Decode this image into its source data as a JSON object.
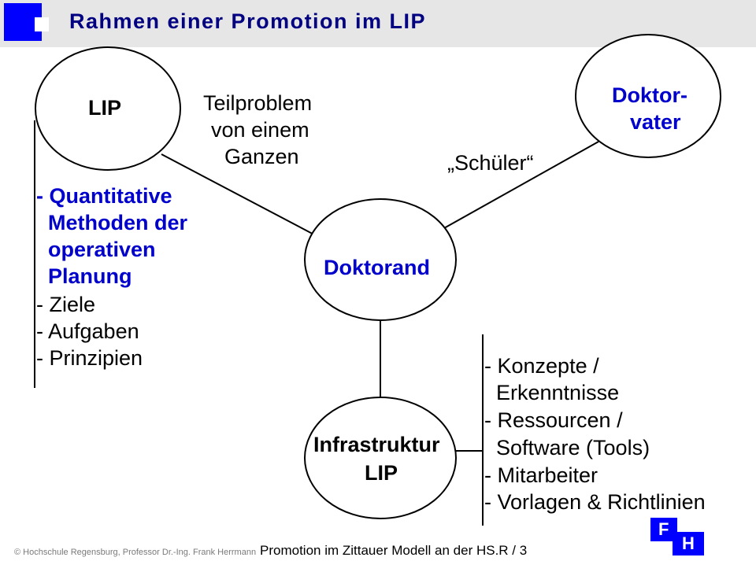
{
  "header": {
    "title": "Rahmen einer Promotion im LIP"
  },
  "nodes": {
    "lip": "LIP",
    "doktorand": "Doktorand",
    "doktorvater_line1": "Doktor-",
    "doktorvater_line2": "vater",
    "infrastruktur_line1": "Infrastruktur",
    "infrastruktur_line2": "LIP"
  },
  "labels": {
    "teilproblem": [
      "Teilproblem",
      "von einem",
      "Ganzen"
    ],
    "schueler": "„Schüler“"
  },
  "left_list": [
    {
      "text": "- Quantitative",
      "highlight": true
    },
    {
      "text": "  Methoden der",
      "highlight": true
    },
    {
      "text": "  operativen",
      "highlight": true
    },
    {
      "text": "  Planung",
      "highlight": true
    },
    {
      "text": "- Ziele",
      "highlight": false
    },
    {
      "text": "- Aufgaben",
      "highlight": false
    },
    {
      "text": "- Prinzipien",
      "highlight": false
    }
  ],
  "right_list": [
    "- Konzepte /",
    "  Erkenntnisse",
    "- Ressourcen /",
    "  Software (Tools)",
    "- Mitarbeiter",
    "- Vorlagen & Richtlinien"
  ],
  "footer": {
    "left": "Hochschule Regensburg, Professor Dr.-Ing. Frank Herrmann",
    "center": "Promotion im Zittauer Modell an der HS.R / 3"
  },
  "logo": {
    "letter1": "F",
    "letter2": "H"
  },
  "colors": {
    "accent_blue": "#0000cc",
    "title_navy": "#000080",
    "logo_blue": "#0000ff"
  }
}
